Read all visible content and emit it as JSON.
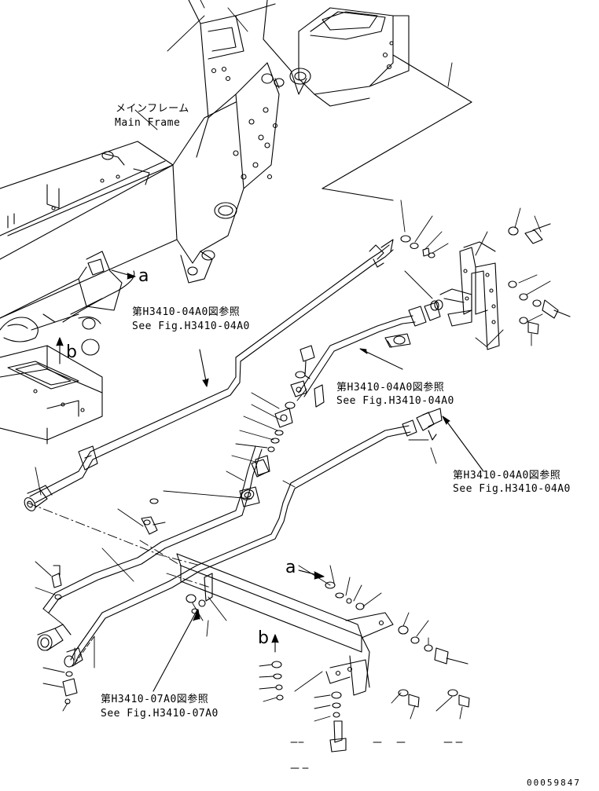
{
  "labels": {
    "main_frame_ja": "メインフレーム",
    "main_frame_en": "Main Frame",
    "ref_a_ja": "第H3410-04A0図参照",
    "ref_a_en": "See Fig.H3410-04A0",
    "ref_b_ja": "第H3410-04A0図参照",
    "ref_b_en": "See Fig.H3410-04A0",
    "ref_c_ja": "第H3410-04A0図参照",
    "ref_c_en": "See Fig.H3410-04A0",
    "ref_d_ja": "第H3410-07A0図参照",
    "ref_d_en": "See Fig.H3410-07A0"
  },
  "view_letters": {
    "a_upper": "a",
    "b_upper": "b",
    "a_lower": "a",
    "b_lower": "b"
  },
  "drawing_id": "00059847"
}
